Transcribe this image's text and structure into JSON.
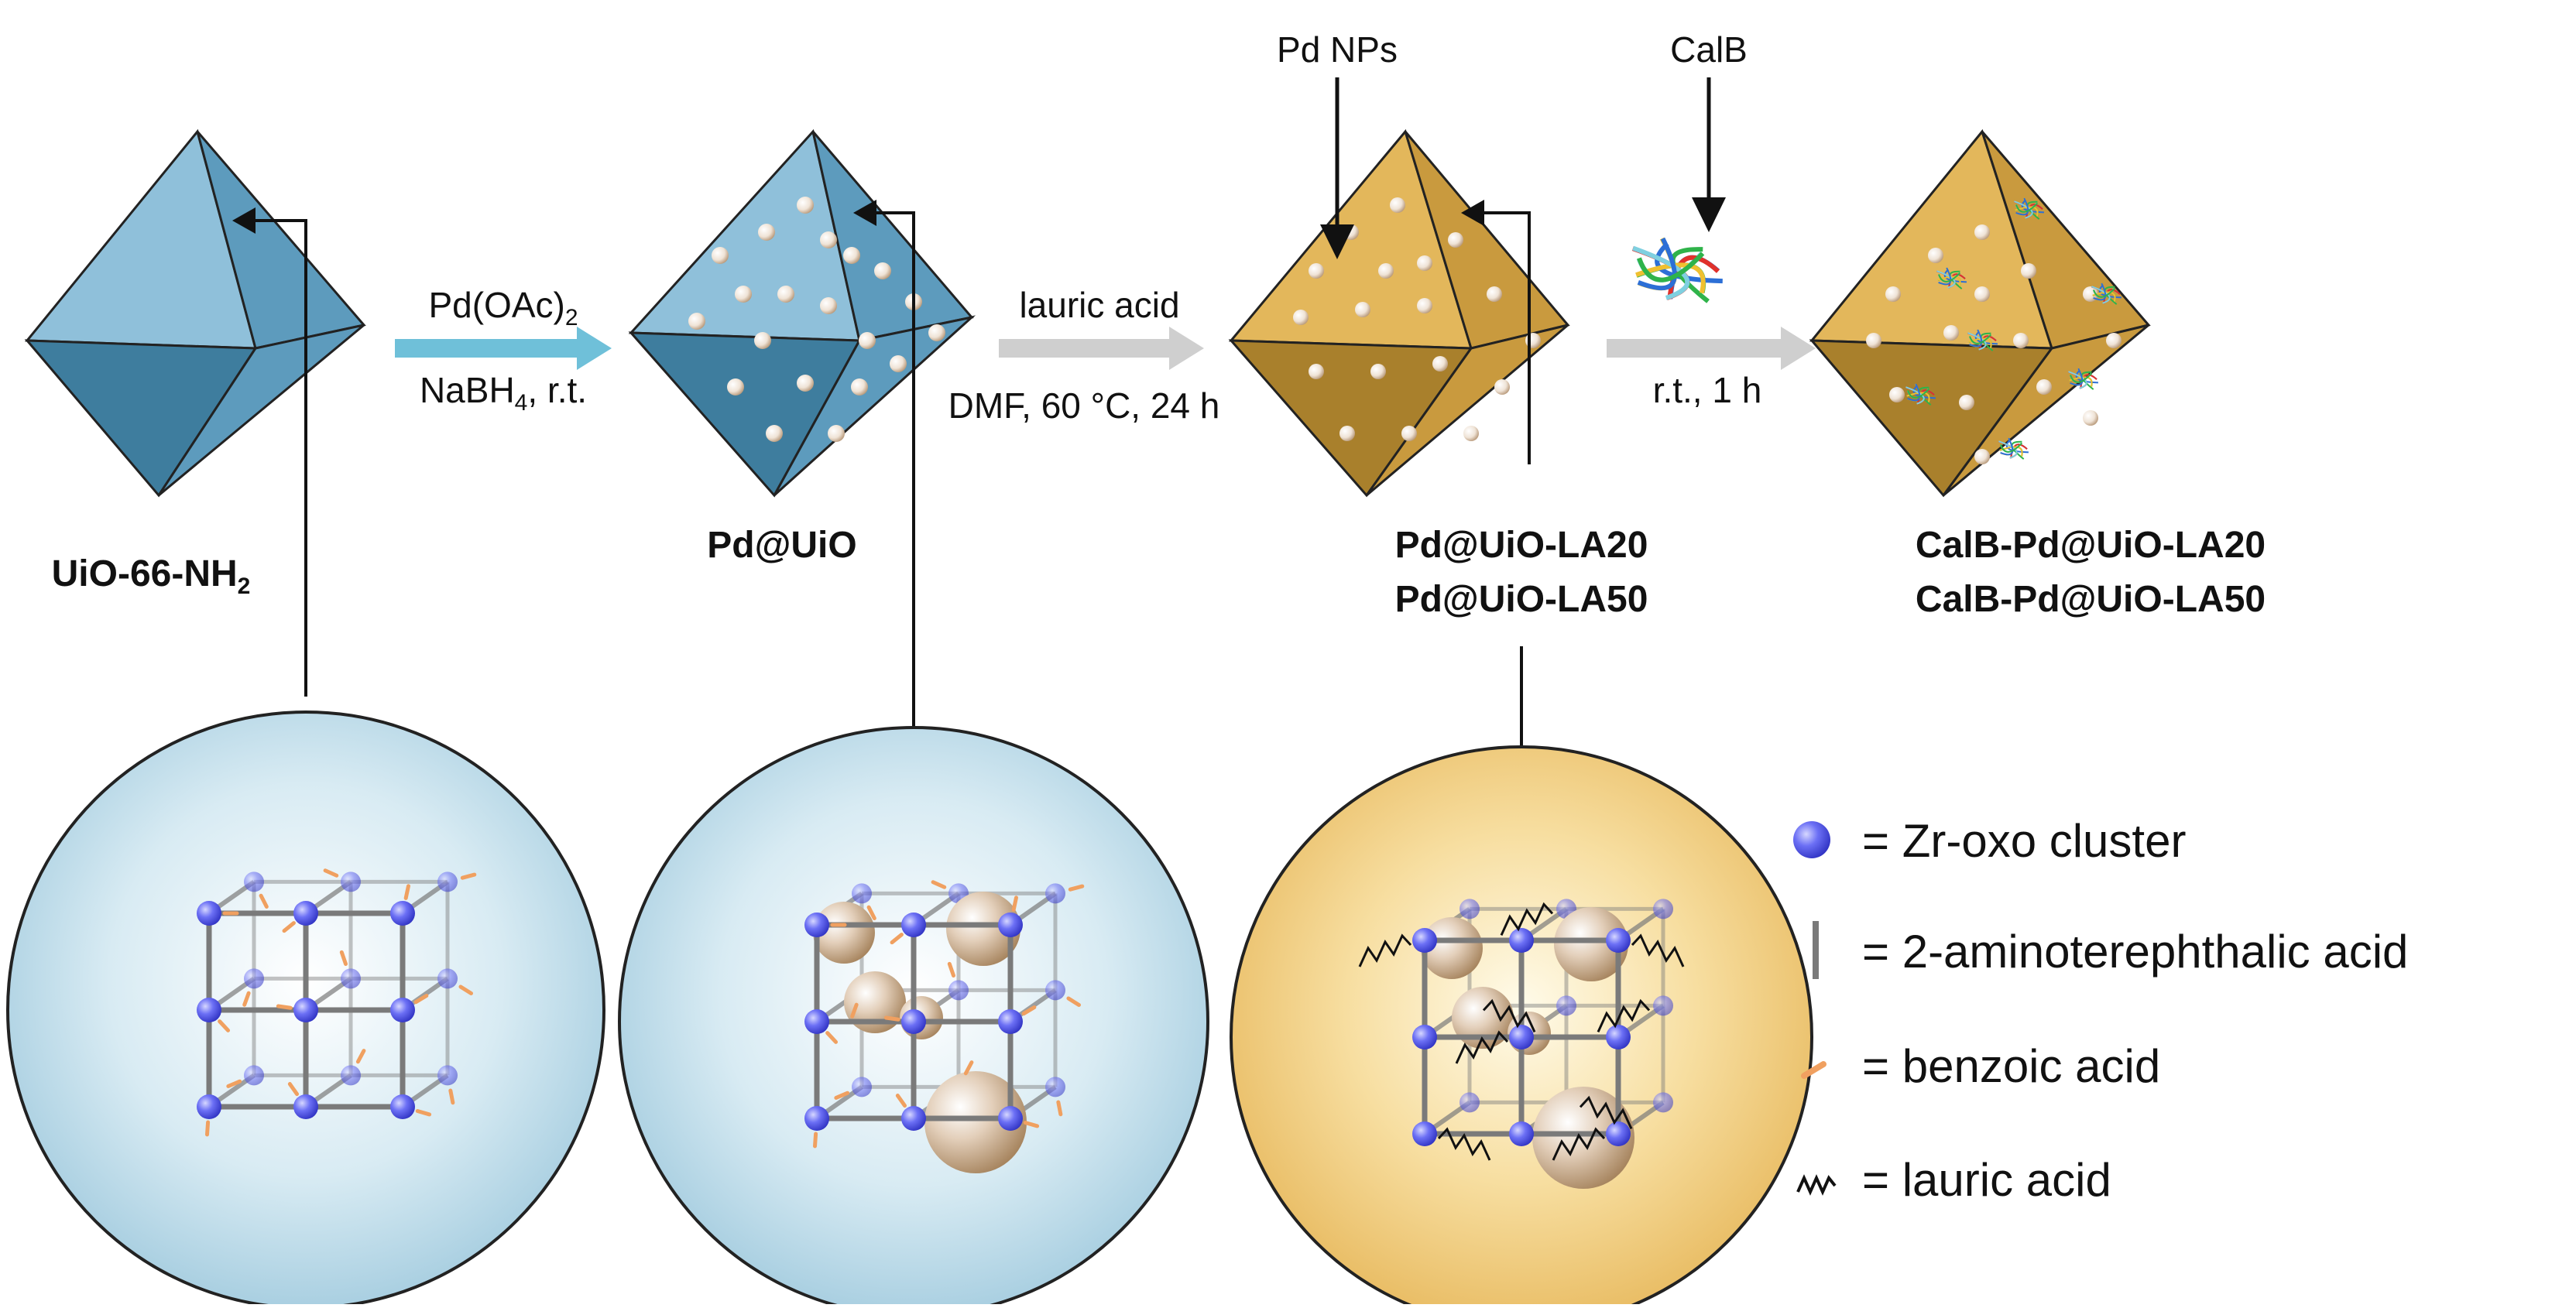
{
  "colors": {
    "blue_dark": "#3e7d9e",
    "blue_mid": "#5d9bbd",
    "blue_light": "#8fc0da",
    "gold_dark": "#a9802c",
    "gold_mid": "#c99a3e",
    "gold_light": "#e3b75b",
    "arrow_blue": "#6fc0d9",
    "arrow_gray": "#cfcfcf",
    "zr_cluster": "#5a5ef0",
    "linker": "#7a7a7a",
    "benzoic": "#f0a060",
    "pd_np": "#c9ab8e"
  },
  "materials": {
    "uio": "UiO-66-NH",
    "uio_sub": "2",
    "pd_uio": "Pd@UiO",
    "pd_la20": "Pd@UiO-LA20",
    "pd_la50": "Pd@UiO-LA50",
    "calb_la20": "CalB-Pd@UiO-LA20",
    "calb_la50": "CalB-Pd@UiO-LA50"
  },
  "steps": {
    "s1_top": "Pd(OAc)",
    "s1_top_sub": "2",
    "s1_bot_a": "NaBH",
    "s1_bot_sub": "4",
    "s1_bot_b": ", r.t.",
    "s2_top": "lauric acid",
    "s2_bot": "DMF, 60 °C, 24 h",
    "s3_bot": "r.t., 1 h"
  },
  "callouts": {
    "pd_nps": "Pd NPs",
    "calb": "CalB"
  },
  "legend": [
    {
      "label": "= Zr-oxo cluster",
      "icon": "zr-cluster-icon"
    },
    {
      "label": "= 2-aminoterephthalic acid",
      "icon": "linker-icon"
    },
    {
      "label": "= benzoic acid",
      "icon": "benzoic-acid-icon"
    },
    {
      "label": "= lauric acid",
      "icon": "lauric-acid-icon"
    }
  ]
}
